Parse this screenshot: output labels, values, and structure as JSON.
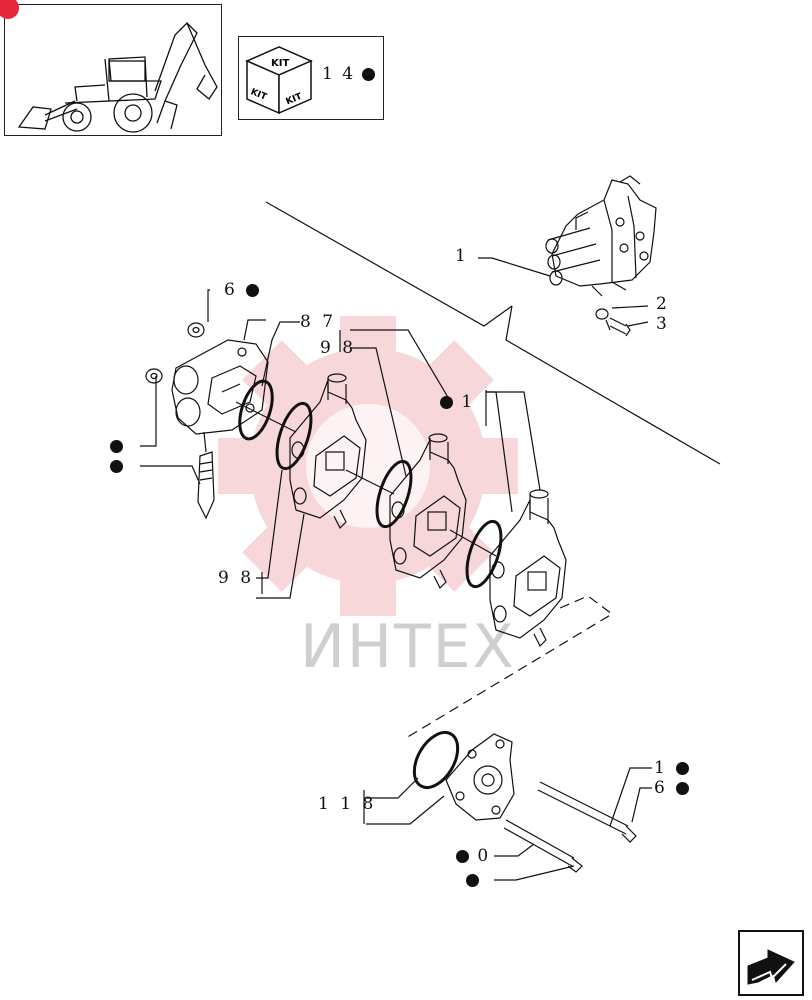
{
  "header": {
    "kit_labels": [
      "KIT",
      "KIT",
      "KIT"
    ],
    "kit_reference": "1 4"
  },
  "watermark": {
    "text": "ИНТЕХ",
    "color": "#e8263a"
  },
  "callouts": {
    "c1": "1",
    "c2": "2",
    "c3": "3",
    "c6a": "6",
    "c7": "8 7",
    "c9a": "9 8",
    "c12": "1",
    "c9b": "9 8",
    "c11": "1 1 8",
    "c14": "1",
    "c6b": "6",
    "c10": "0",
    "c_bottom": ""
  },
  "icons": [
    "tractor-loader-icon",
    "kit-box-icon",
    "next-page-arrow-icon"
  ]
}
